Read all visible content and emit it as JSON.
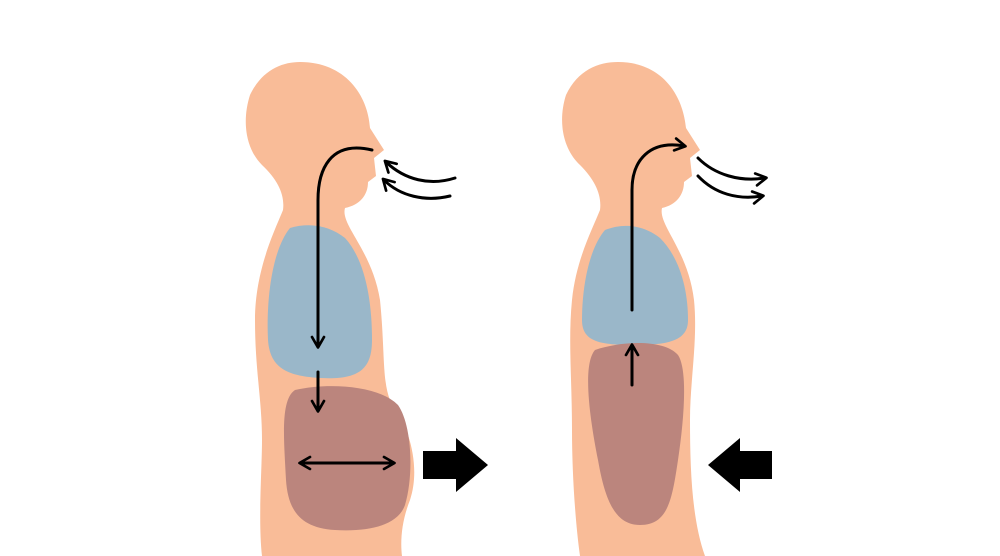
{
  "diagram": {
    "panels": [
      {
        "id": "inhale",
        "direction": "air-in",
        "abdomen_arrow": "expand",
        "big_arrow": "right"
      },
      {
        "id": "exhale",
        "direction": "air-out",
        "abdomen_arrow": "up",
        "big_arrow": "left"
      }
    ],
    "colors": {
      "body": "#f9bc98",
      "lungs": "#9ab7c9",
      "abdomen": "#bb857d",
      "arrows": "#000000",
      "background": "#ffffff"
    }
  }
}
